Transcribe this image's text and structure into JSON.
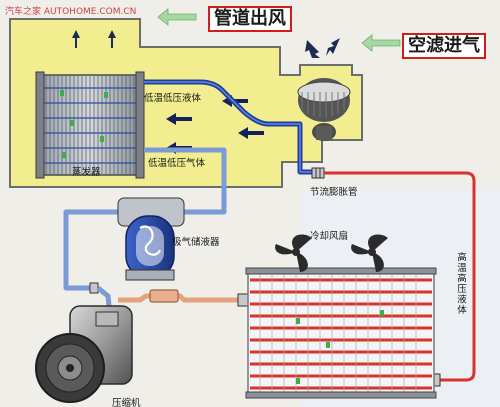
{
  "watermark": "汽车之家 AUTOHOME.COM.CN",
  "callouts": {
    "outlet": "管道出风",
    "inlet": "空滤进气"
  },
  "labels": {
    "low_temp_low_pressure_liquid": "低温低压液体",
    "evaporator": "蒸发器",
    "low_temp_low_pressure_gas": "低温低压气体",
    "expansion_valve": "节流膨胀管",
    "receiver_drier": "吸气储液器",
    "cooling_fan": "冷却风扇",
    "high_temp_high_pressure_liquid": "高温高压液体",
    "compressor": "压缩机"
  },
  "colors": {
    "cabin_fill": "#f2ee8f",
    "cold_line": "#1f3f9a",
    "hot_line": "#d8332f",
    "suction_line": "#7a9bd6",
    "discharge_line": "#e6a27c",
    "airflow_arrow": "#9fd39b",
    "flow_arrow": "#15215a",
    "callout_border": "#d21d1d"
  }
}
